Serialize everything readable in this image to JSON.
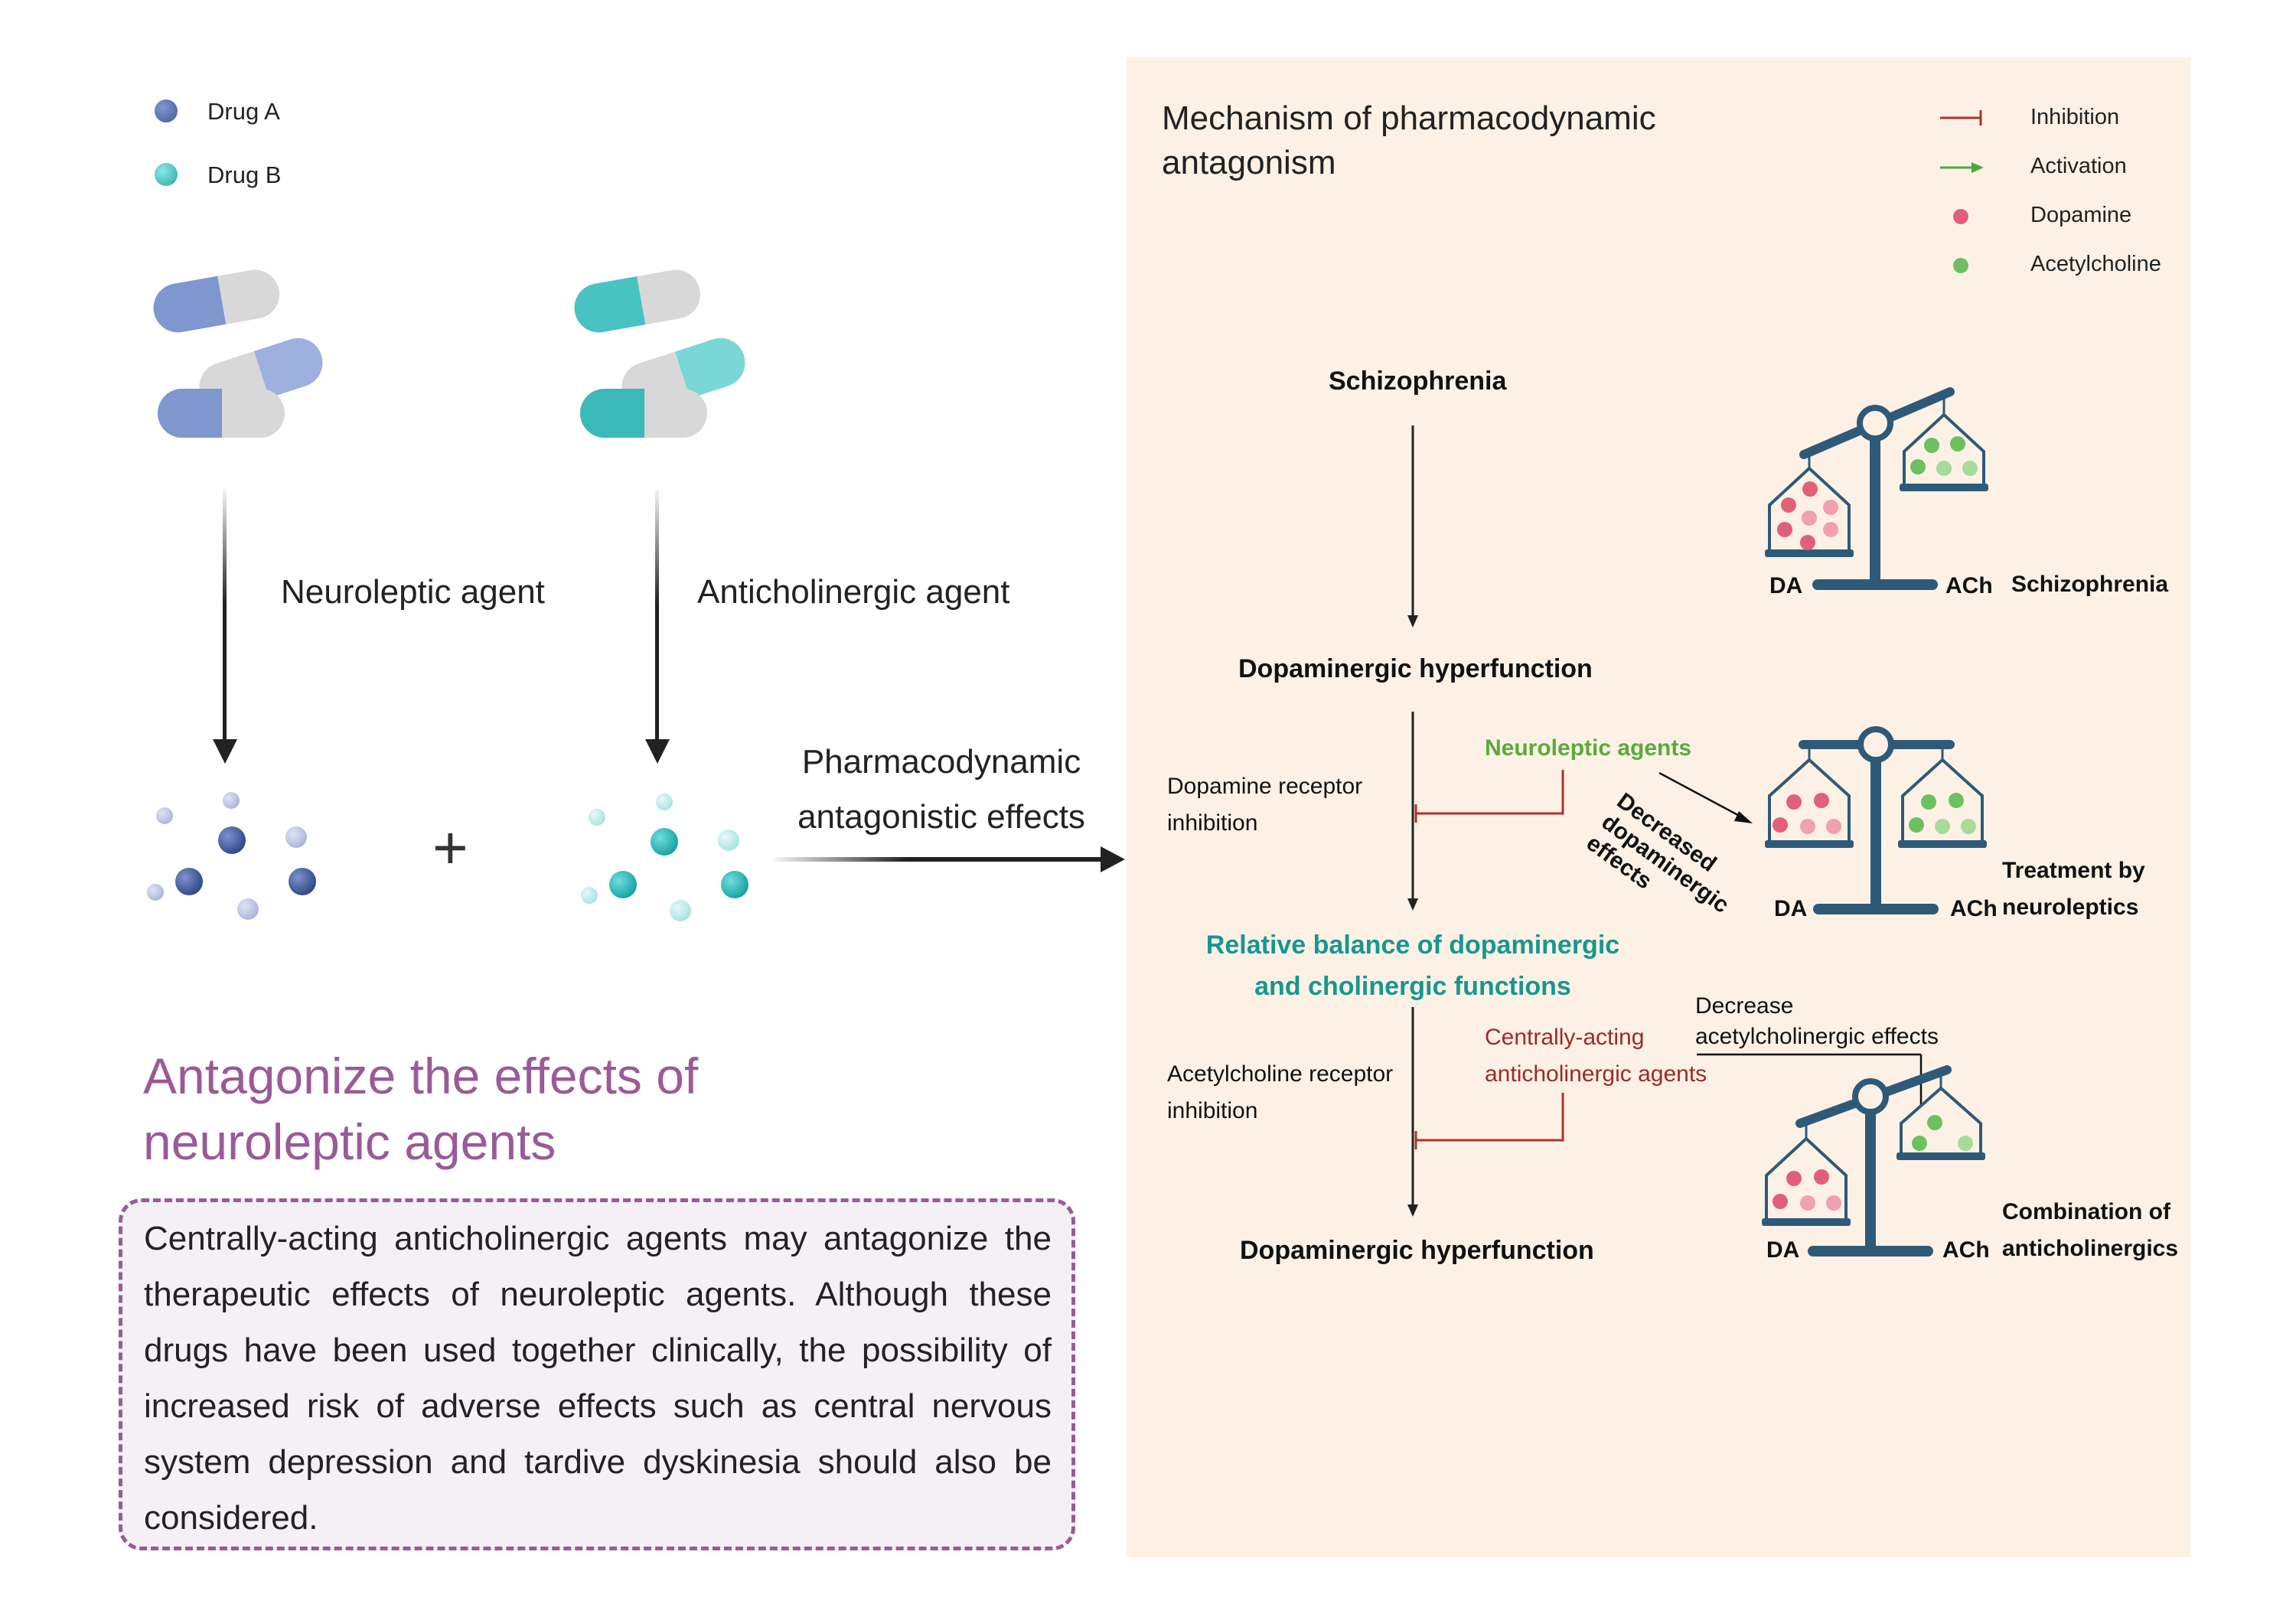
{
  "legend_left": [
    {
      "label": "Drug A",
      "color": "#3f5a9a"
    },
    {
      "label": "Drug B",
      "color": "#3bbcbc"
    }
  ],
  "agents": {
    "left": "Neuroleptic agent",
    "right": "Anticholinergic agent"
  },
  "combine_symbol": "+",
  "pd_effects": [
    "Pharmacodynamic",
    "antagonistic effects"
  ],
  "section_title": [
    "Antagonize the effects of",
    "neuroleptic agents"
  ],
  "note_text": "Centrally-acting anticholinergic agents may antagonize the therapeutic effects of neuroleptic agents. Although these drugs have been used together clinically, the possibility of increased risk of adverse effects such as central nervous system depression and tardive dyskinesia should also be considered.",
  "panel": {
    "title": [
      "Mechanism of pharmacodynamic",
      "antagonism"
    ],
    "legend": [
      {
        "label": "Inhibition",
        "symbol": "inhibition-line",
        "color": "#b03030"
      },
      {
        "label": "Activation",
        "symbol": "activation-arrow",
        "color": "#4aa840"
      },
      {
        "label": "Dopamine",
        "symbol": "dot",
        "color": "#e0607a"
      },
      {
        "label": "Acetylcholine",
        "symbol": "dot",
        "color": "#6cc060"
      }
    ],
    "flow": {
      "n1": "Schizophrenia",
      "n2": "Dopaminergic hyperfunction",
      "inhib1": [
        "Dopamine receptor",
        "inhibition"
      ],
      "agent1": "Neuroleptic agents",
      "n3": [
        "Relative balance of dopaminergic",
        "and cholinergic functions"
      ],
      "inhib2": [
        "Acetylcholine receptor",
        "inhibition"
      ],
      "agent2": [
        "Centrally-acting",
        "anticholinergic agents"
      ],
      "n4": "Dopaminergic hyperfunction"
    },
    "scales": [
      {
        "left": "DA",
        "right": "ACh",
        "caption": [
          "Schizophrenia"
        ]
      },
      {
        "left": "DA",
        "right": "ACh",
        "caption": [
          "Treatment by",
          "neuroleptics"
        ]
      },
      {
        "left": "DA",
        "right": "ACh",
        "caption": [
          "Combination of",
          "anticholinergics"
        ]
      }
    ],
    "decreased_dopa": [
      "Decreased",
      "dopaminergic",
      "effects"
    ],
    "decrease_ach": [
      "Decrease",
      "acetylcholinergic effects"
    ]
  },
  "colors": {
    "drug_a_capsule": "#7f97cf",
    "drug_b_capsule": "#49c2c2",
    "capsule_gray": "#d5d5d5",
    "scale": "#2e5a78",
    "dopamine": "#e0607a",
    "acetylcholine": "#6cc060",
    "panel_bg": "#fdf1e5",
    "title_purple": "#9a5a98"
  }
}
